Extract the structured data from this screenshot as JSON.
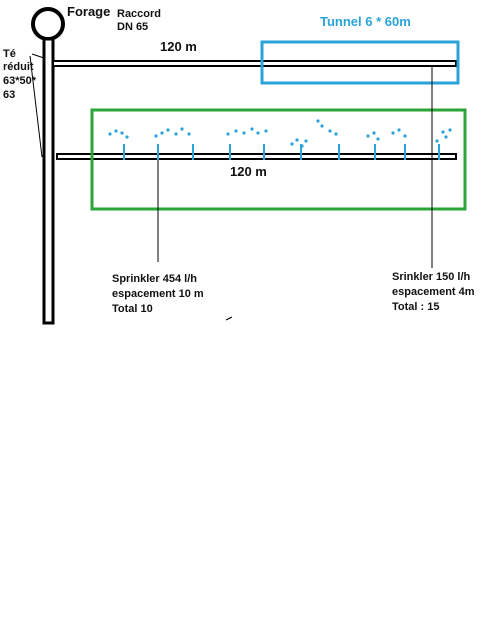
{
  "well": {
    "label": "Forage"
  },
  "fitting": {
    "line1": "Raccord",
    "line2": "DN 65"
  },
  "tee": {
    "line1": "Té",
    "line2": "réduit",
    "line3": "63*50*",
    "line4": "63"
  },
  "tunnel": {
    "label": "Tunnel 6 * 60m",
    "color": "#2aa3d9"
  },
  "pipe_top": {
    "length_label": "120 m"
  },
  "pipe_bottom": {
    "length_label": "120 m"
  },
  "field_box": {
    "color": "#2aa538"
  },
  "sprinkler_color": "#2aa3d9",
  "note_left": {
    "line1": "Sprinkler 454 l/h",
    "line2": "espacement 10 m",
    "line3": "Total 10"
  },
  "note_right": {
    "line1": "Srinkler 150 l/h",
    "line2": "espacement 4m",
    "line3": "Total : 15"
  }
}
